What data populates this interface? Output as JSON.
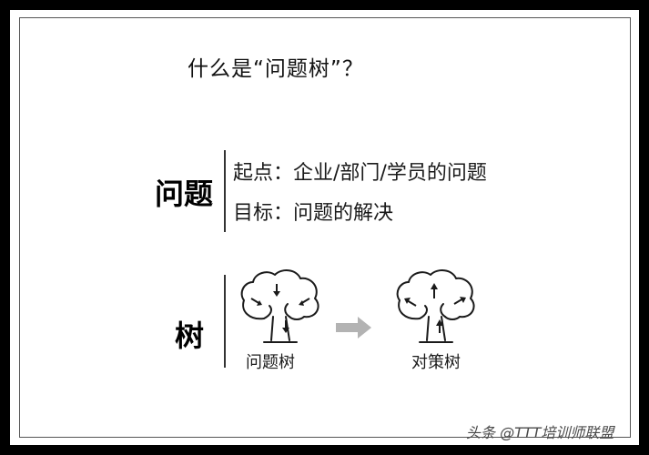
{
  "slide": {
    "title": "什么是“问题树”？",
    "problem_section": {
      "label": "问题",
      "start_line": "起点：企业/部门/学员的问题",
      "goal_line": "目标：问题的解决"
    },
    "tree_section": {
      "label": "树",
      "problem_tree_caption": "问题树",
      "solution_tree_caption": "对策树"
    }
  },
  "watermark": "头条 @TTT培训师联盟",
  "colors": {
    "background": "#000000",
    "slide": "#ffffff",
    "text": "#111111",
    "arrow": "#b3b3b3"
  },
  "icons": [
    "problem-tree-icon",
    "solution-tree-icon",
    "right-arrow-icon"
  ]
}
